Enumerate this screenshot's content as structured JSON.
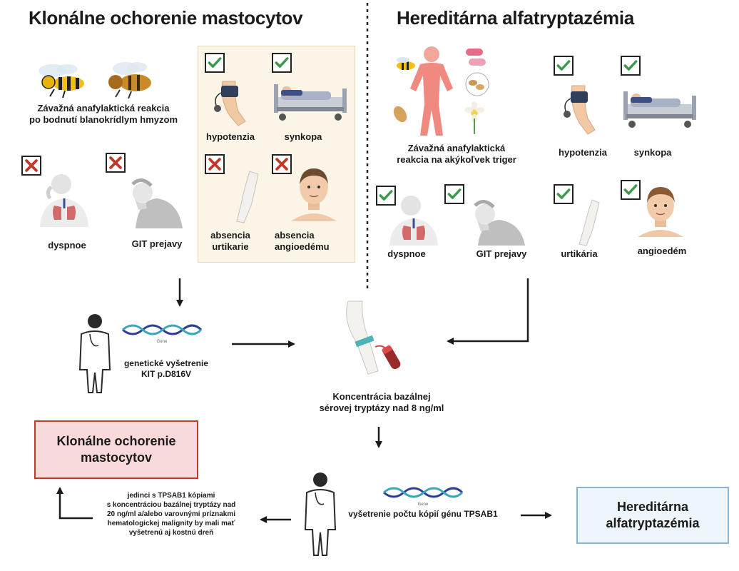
{
  "left": {
    "title": "Klonálne ochorenie mastocytov",
    "trigger": [
      "Závažná anafylaktická reakcia",
      "po bodnutí blanokrídlym hmyzom"
    ],
    "symptoms": {
      "dyspnoe": "dyspnoe",
      "git": "GIT prejavy",
      "hypotenzia": "hypotenzia",
      "synkopa": "synkopa",
      "urtikaria": [
        "absencia",
        "urtikarie"
      ],
      "angioedem": [
        "absencia",
        "angioedému"
      ]
    },
    "gene_test": [
      "genetické vyšetrenie",
      "KIT p.D816V"
    ]
  },
  "right": {
    "title": "Hereditárna alfatryptazémia",
    "trigger": [
      "Závažná anafylaktická",
      "reakcia na akýkoľvek triger"
    ],
    "symptoms": {
      "hypotenzia": "hypotenzia",
      "synkopa": "synkopa",
      "dyspnoe": "dyspnoe",
      "git": "GIT prejavy",
      "urtikaria": "urtikária",
      "angioedem": "angioedém"
    }
  },
  "center": {
    "tryptase": [
      "Koncentrácia bazálnej",
      "sérovej tryptázy nad 8 ng/ml"
    ],
    "copy_test": "vyšetrenie počtu kópií génu TPSAB1",
    "gene_tag": "Gene",
    "note": [
      "jedinci s TPSAB1 kópiami",
      "s koncentráciou bazálnej tryptázy nad",
      "20 ng/ml a/alebo varovnými príznakmi",
      "hematologickej malignity by mali mať",
      "vyšetrenú aj kostnú dreň"
    ]
  },
  "results": {
    "clonal": [
      "Klonálne ochorenie",
      "mastocytov"
    ],
    "hat": [
      "Hereditárna",
      "alfatryptazémia"
    ]
  },
  "colors": {
    "check": "#3a9a4a",
    "cross": "#c0392b",
    "dna_blue": "#2b3e9c",
    "dna_teal": "#3aa6b9"
  }
}
